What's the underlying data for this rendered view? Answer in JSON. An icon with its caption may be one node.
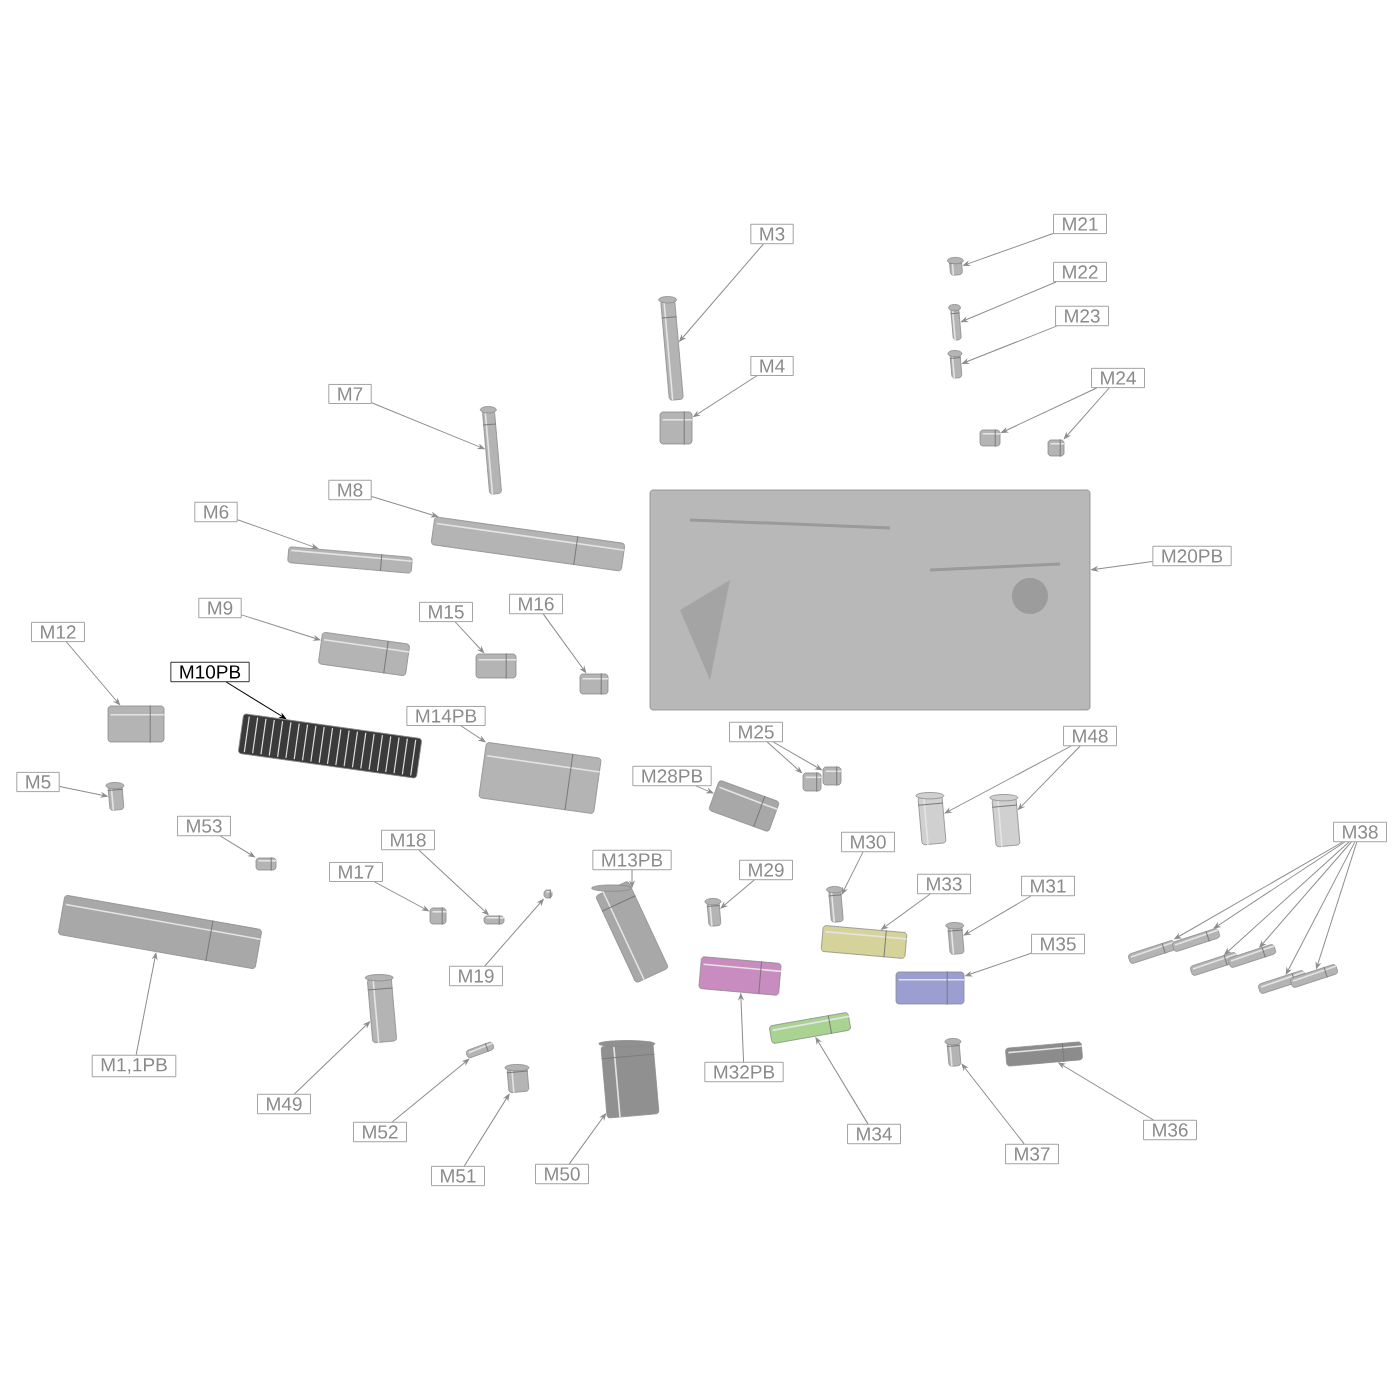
{
  "diagram": {
    "nodes": [
      {
        "text": [
          "M3"
        ]
      },
      {
        "text": [],
        "shape": "picture"
      },
      {
        "text": [
          "M4"
        ]
      },
      {
        "text": [],
        "shape": "picture"
      },
      {
        "text": [
          "M21"
        ]
      },
      {
        "text": [],
        "shape": "picture"
      },
      {
        "text": [
          "M22"
        ]
      },
      {
        "text": [],
        "shape": "picture"
      },
      {
        "text": [
          "M23"
        ]
      },
      {
        "text": [],
        "shape": "picture"
      },
      {
        "text": [
          "M24"
        ]
      },
      {
        "text": [],
        "shape": "picture"
      },
      {
        "text": [],
        "shape": "picture"
      },
      {
        "text": [
          "M7"
        ]
      },
      {
        "text": [],
        "shape": "picture"
      },
      {
        "text": [
          "M8"
        ]
      },
      {
        "text": [],
        "shape": "picture"
      },
      {
        "text": [
          "M6"
        ]
      },
      {
        "text": [],
        "shape": "picture"
      },
      {
        "text": [
          "M20PB"
        ]
      },
      {
        "text": [],
        "shape": "picture"
      },
      {
        "text": [
          "M12"
        ]
      },
      {
        "text": [],
        "shape": "picture"
      },
      {
        "text": [
          "M9"
        ]
      },
      {
        "text": [],
        "shape": "picture"
      },
      {
        "text": [
          "M15"
        ]
      },
      {
        "text": [],
        "shape": "picture"
      },
      {
        "text": [
          "M16"
        ]
      },
      {
        "text": [],
        "shape": "picture"
      },
      {
        "text": [
          "M10PB"
        ]
      },
      {
        "text": [],
        "shape": "picture"
      },
      {
        "text": [
          "M14PB"
        ]
      },
      {
        "text": [],
        "shape": "picture"
      },
      {
        "text": [
          "M25"
        ]
      },
      {
        "text": [],
        "shape": "picture"
      },
      {
        "text": [],
        "shape": "picture"
      },
      {
        "text": [
          "M28PB"
        ]
      },
      {
        "text": [],
        "shape": "picture"
      },
      {
        "text": [
          "M48"
        ]
      },
      {
        "text": [],
        "shape": "picture"
      },
      {
        "text": [],
        "shape": "picture"
      },
      {
        "text": [
          "M5"
        ]
      },
      {
        "text": [],
        "shape": "picture"
      },
      {
        "text": [
          "M53"
        ]
      },
      {
        "text": [],
        "shape": "picture"
      },
      {
        "text": [
          "M38"
        ]
      },
      {
        "text": [],
        "shape": "picture"
      },
      {
        "text": [],
        "shape": "picture"
      },
      {
        "text": [],
        "shape": "picture"
      },
      {
        "text": [],
        "shape": "picture"
      },
      {
        "text": [],
        "shape": "picture"
      },
      {
        "text": [],
        "shape": "picture"
      },
      {
        "text": [
          "M17"
        ]
      },
      {
        "text": [],
        "shape": "picture"
      },
      {
        "text": [
          "M18"
        ]
      },
      {
        "text": [],
        "shape": "picture"
      },
      {
        "text": [
          "M30"
        ]
      },
      {
        "text": [],
        "shape": "picture"
      },
      {
        "text": [
          "M13PB"
        ]
      },
      {
        "text": [],
        "shape": "picture"
      },
      {
        "text": [
          "M29"
        ]
      },
      {
        "text": [],
        "shape": "picture"
      },
      {
        "text": [
          "M33"
        ]
      },
      {
        "text": [],
        "shape": "picture"
      },
      {
        "text": [
          "M31"
        ]
      },
      {
        "text": [],
        "shape": "picture"
      },
      {
        "text": [
          "M19"
        ]
      },
      {
        "text": [],
        "shape": "picture"
      },
      {
        "text": [
          "M35"
        ]
      },
      {
        "text": [],
        "shape": "picture"
      },
      {
        "text": [
          "M1,1PB"
        ]
      },
      {
        "text": [],
        "shape": "picture"
      },
      {
        "text": [
          "M49"
        ]
      },
      {
        "text": [],
        "shape": "picture"
      },
      {
        "text": [
          "M32PB"
        ]
      },
      {
        "text": [],
        "shape": "picture"
      },
      {
        "text": [
          "M52"
        ]
      },
      {
        "text": [],
        "shape": "picture"
      },
      {
        "text": [
          "M34"
        ]
      },
      {
        "text": [],
        "shape": "picture"
      },
      {
        "text": [
          "M37"
        ]
      },
      {
        "text": [],
        "shape": "picture"
      },
      {
        "text": [
          "M36"
        ]
      },
      {
        "text": [],
        "shape": "picture"
      },
      {
        "text": [
          "M51"
        ]
      },
      {
        "text": [],
        "shape": "picture"
      },
      {
        "text": [
          "M50"
        ]
      },
      {
        "text": [],
        "shape": "picture"
      }
    ],
    "edges": [
      {
        "from": 0,
        "to": 1,
        "arrow": "to"
      },
      {
        "from": 2,
        "to": 3,
        "arrow": "to"
      },
      {
        "from": 4,
        "to": 5,
        "arrow": "to"
      },
      {
        "from": 6,
        "to": 7,
        "arrow": "to"
      },
      {
        "from": 8,
        "to": 9,
        "arrow": "to"
      },
      {
        "from": 10,
        "to": 11,
        "arrow": "to"
      },
      {
        "from": 10,
        "to": 12,
        "arrow": "to"
      },
      {
        "from": 13,
        "to": 14,
        "arrow": "to"
      },
      {
        "from": 15,
        "to": 16,
        "arrow": "to"
      },
      {
        "from": 17,
        "to": 18,
        "arrow": "to"
      },
      {
        "from": 19,
        "to": 20,
        "arrow": "to"
      },
      {
        "from": 21,
        "to": 22,
        "arrow": "to"
      },
      {
        "from": 23,
        "to": 24,
        "arrow": "to"
      },
      {
        "from": 25,
        "to": 26,
        "arrow": "to"
      },
      {
        "from": 27,
        "to": 28,
        "arrow": "to"
      },
      {
        "from": 29,
        "to": 30,
        "arrow": "to",
        "color": "#000000"
      },
      {
        "from": 31,
        "to": 32,
        "arrow": "to"
      },
      {
        "from": 33,
        "to": 34,
        "arrow": "to"
      },
      {
        "from": 33,
        "to": 35,
        "arrow": "to"
      },
      {
        "from": 36,
        "to": 37,
        "arrow": "to"
      },
      {
        "from": 38,
        "to": 39,
        "arrow": "to"
      },
      {
        "from": 38,
        "to": 40,
        "arrow": "to"
      },
      {
        "from": 41,
        "to": 42,
        "arrow": "to"
      },
      {
        "from": 43,
        "to": 44,
        "arrow": "to"
      },
      {
        "from": 45,
        "to": 46,
        "arrow": "to"
      },
      {
        "from": 45,
        "to": 47,
        "arrow": "to"
      },
      {
        "from": 45,
        "to": 48,
        "arrow": "to"
      },
      {
        "from": 45,
        "to": 49,
        "arrow": "to"
      },
      {
        "from": 45,
        "to": 50,
        "arrow": "to"
      },
      {
        "from": 45,
        "to": 51,
        "arrow": "to"
      },
      {
        "from": 52,
        "to": 53,
        "arrow": "to"
      },
      {
        "from": 54,
        "to": 55,
        "arrow": "to"
      },
      {
        "from": 56,
        "to": 57,
        "arrow": "to"
      },
      {
        "from": 58,
        "to": 59,
        "arrow": "to"
      },
      {
        "from": 60,
        "to": 61,
        "arrow": "to"
      },
      {
        "from": 62,
        "to": 63,
        "arrow": "to"
      },
      {
        "from": 64,
        "to": 65,
        "arrow": "to"
      },
      {
        "from": 66,
        "to": 67,
        "arrow": "to"
      },
      {
        "from": 68,
        "to": 69,
        "arrow": "to"
      },
      {
        "from": 70,
        "to": 71,
        "arrow": "to"
      },
      {
        "from": 72,
        "to": 73,
        "arrow": "to"
      },
      {
        "from": 74,
        "to": 75,
        "arrow": "to"
      },
      {
        "from": 76,
        "to": 77,
        "arrow": "to"
      },
      {
        "from": 78,
        "to": 79,
        "arrow": "to"
      },
      {
        "from": 80,
        "to": 81,
        "arrow": "to"
      },
      {
        "from": 82,
        "to": 83,
        "arrow": "to"
      },
      {
        "from": 84,
        "to": 85,
        "arrow": "to"
      },
      {
        "from": 86,
        "to": 87,
        "arrow": "to"
      }
    ]
  }
}
